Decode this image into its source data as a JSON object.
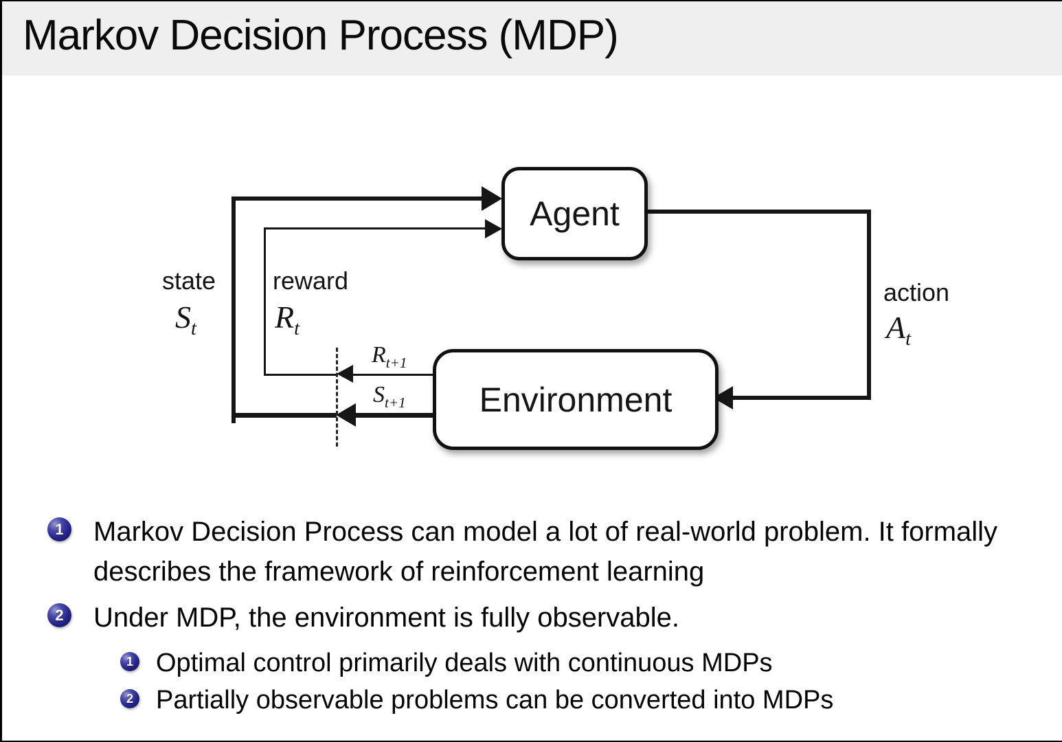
{
  "title": "Markov Decision Process (MDP)",
  "diagram": {
    "agent_label": "Agent",
    "environment_label": "Environment",
    "state_label": "state",
    "reward_label": "reward",
    "action_label": "action",
    "state_symbol": {
      "base": "S",
      "sub": "t"
    },
    "reward_symbol": {
      "base": "R",
      "sub": "t"
    },
    "action_symbol": {
      "base": "A",
      "sub": "t"
    },
    "next_reward_symbol": {
      "base": "R",
      "sub": "t+1"
    },
    "next_state_symbol": {
      "base": "S",
      "sub": "t+1"
    }
  },
  "bullets": [
    {
      "number": "1",
      "text": "Markov Decision Process can model a lot of real-world problem. It formally describes the framework of reinforcement learning",
      "subitems": []
    },
    {
      "number": "2",
      "text": "Under MDP, the environment is fully observable.",
      "subitems": [
        {
          "number": "1",
          "text": "Optimal control primarily deals with continuous MDPs"
        },
        {
          "number": "2",
          "text": "Partially observable problems can be converted into MDPs"
        }
      ]
    }
  ],
  "colors": {
    "title_bar_bg": "#efefef",
    "bullet_ball": "#24248c",
    "diagram_line": "#161616"
  }
}
